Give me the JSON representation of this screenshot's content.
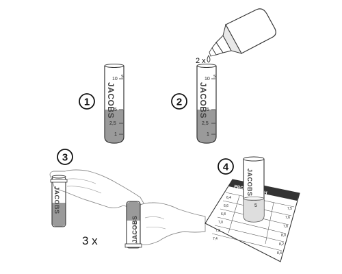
{
  "steps": [
    {
      "number": "1"
    },
    {
      "number": "2",
      "drops_label": "2 x"
    },
    {
      "number": "3",
      "repeat_label": "3 x"
    },
    {
      "number": "4"
    }
  ],
  "vial": {
    "brand": "JACOBS",
    "scale_marks": [
      "10",
      "5",
      "2,5",
      "1"
    ],
    "unit_mark": "s"
  },
  "color_chart": {
    "title": "PROFI-TEST pH",
    "left_values": [
      "6,4",
      "6,6",
      "6,8",
      "7,0",
      "7,2",
      "7,4"
    ],
    "right_values": [
      "7,5",
      "7,6",
      "7,8",
      "8,0",
      "8,2",
      "8,4"
    ]
  },
  "colors": {
    "liquid": "#9a9a9a",
    "line": "#333333"
  }
}
